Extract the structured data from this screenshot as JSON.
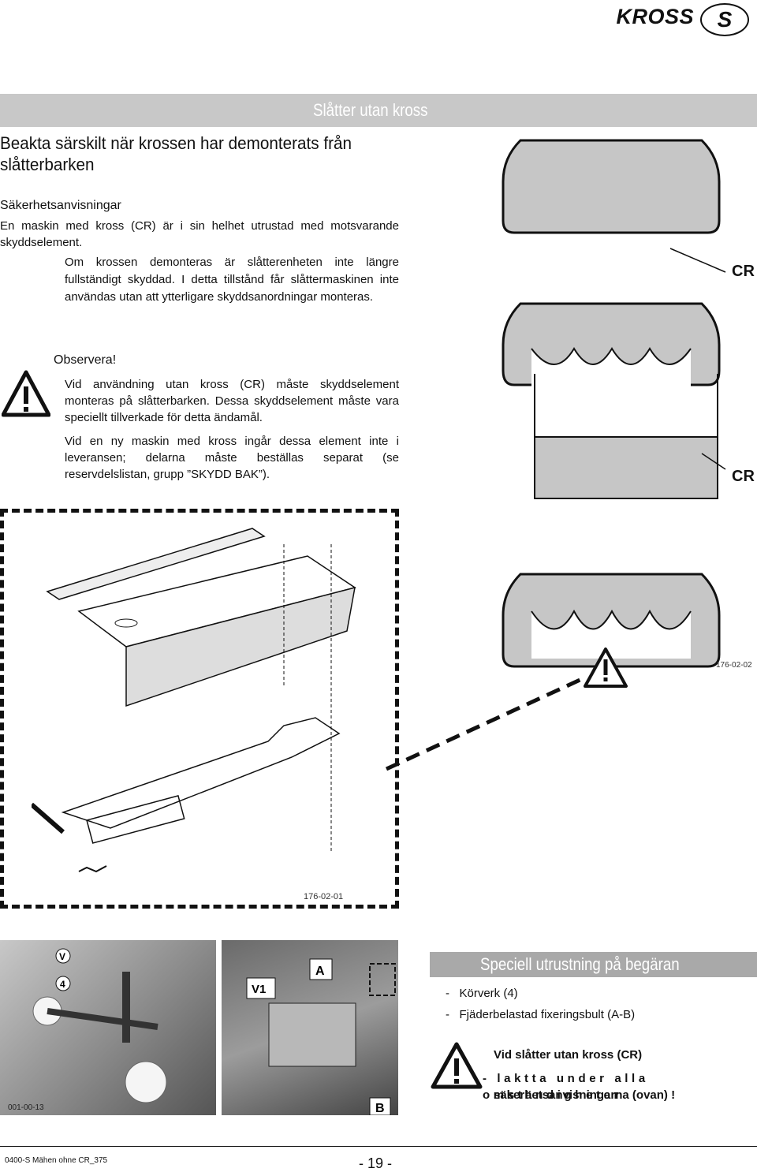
{
  "header": {
    "title": "KROSS",
    "lang_badge": "S"
  },
  "section_band": "Slåtter utan kross",
  "heading": "Beakta särskilt när krossen har demonterats från slåtterbarken",
  "safety": {
    "title": "Säkerhetsanvisningar",
    "intro": "En maskin med kross (CR) är i sin helhet utrustad med motsvarande skyddselement.",
    "body": "Om krossen demonteras är slåtterenheten inte längre fullständigt skyddad. I detta tillstånd får slåttermaskinen inte användas utan att ytterligare skyddsanordningar monteras."
  },
  "notice": {
    "title": "Observera!",
    "p1": "Vid användning utan kross (CR) måste skyddselement monteras på slåtterbarken. Dessa skyddselement måste vara speciellt tillverkade för detta ändamål.",
    "p2": "Vid en ny maskin med kross ingår dessa element inte i leveransen; delarna måste beställas separat (se reservdelslistan, grupp ”SKYDD BAK”)."
  },
  "diagram_labels": {
    "cr_top": "CR",
    "cr_mid": "CR",
    "fig_ref": "176-02-02",
    "parts_ref": "176-02-01"
  },
  "photo_labels": {
    "v": "V",
    "four": "4",
    "photo_ref": "001-00-13",
    "v1": "V1",
    "a": "A",
    "b": "B"
  },
  "optional": {
    "title": "Speciell utrustning på begäran",
    "items": [
      "Körverk (4)",
      "Fjäderbelastad fixeringsbult (A-B)"
    ],
    "warn_title": "Vid slåtter utan kross (CR)",
    "warn_line1": "- laktta under alla omständigheter",
    "warn_line2": "säkerhetsanvisningarna (ovan) !"
  },
  "footer": {
    "doc": "0400-S Mähen ohne CR_375",
    "page": "- 19 -"
  },
  "colors": {
    "band": "#c8c8c8",
    "stripe": "#a9a9a9",
    "part_fill": "#c6c6c6"
  }
}
